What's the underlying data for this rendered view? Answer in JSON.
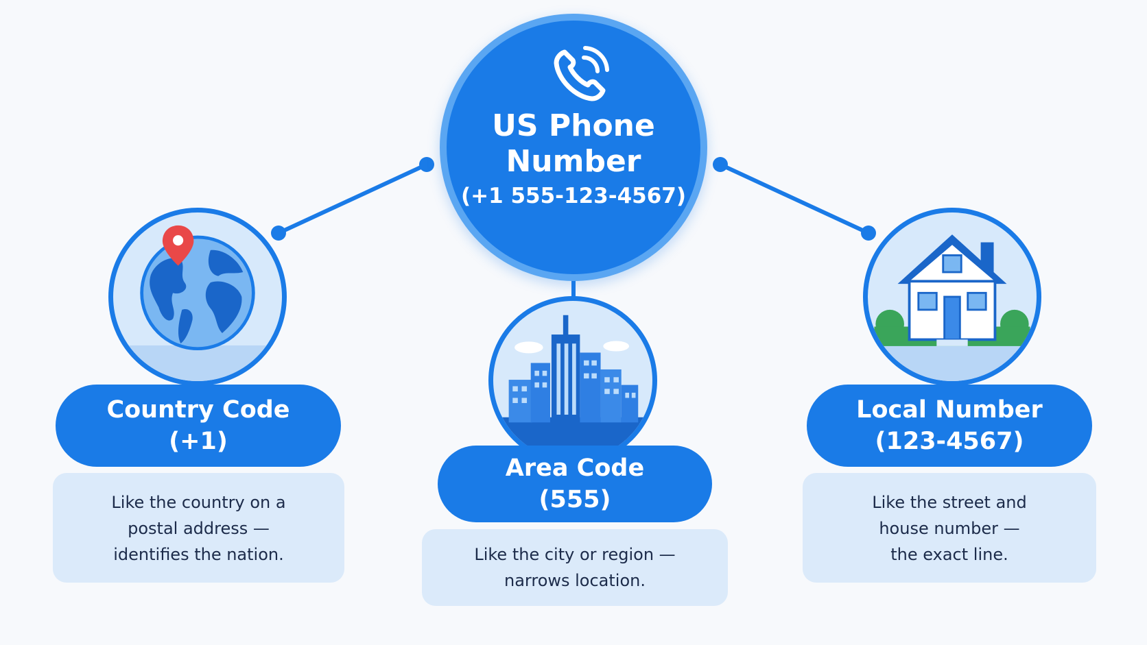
{
  "center": {
    "title_line1": "US Phone",
    "title_line2": "Number",
    "example": "(+1 555-123-4567)",
    "icon": "phone-ringing-icon"
  },
  "parts": {
    "country": {
      "name": "Country Code",
      "value": "(+1)",
      "icon": "globe-with-pin-icon",
      "desc": [
        "Like the country on a",
        "postal address —",
        "identifies the nation."
      ]
    },
    "area": {
      "name": "Area Code",
      "value": "(555)",
      "icon": "city-skyline-icon",
      "desc": [
        "Like the city or region —",
        "narrows location."
      ]
    },
    "local": {
      "name": "Local Number",
      "value": "(123-4567)",
      "icon": "house-icon",
      "desc": [
        "Like the street and",
        "house number —",
        "the exact line."
      ]
    }
  },
  "colors": {
    "primary": "#1a7be7",
    "ring": "#5aa6f2",
    "icon_bg": "#d7e9fb",
    "desc_bg": "#dbeafa",
    "desc_text": "#1c2b4a",
    "pin": "#e94848",
    "greenery": "#3aa55a"
  }
}
